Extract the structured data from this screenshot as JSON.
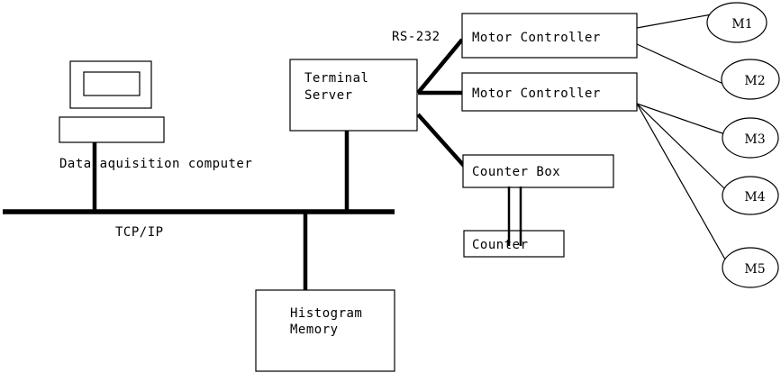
{
  "diagram": {
    "title": "Data acquisition and motor control system diagram",
    "background_color": "#ffffff",
    "line_color": "#000000",
    "nodes": {
      "computer": {
        "label": "Data aquisition computer",
        "type": "workstation-icon"
      },
      "terminal_server": {
        "line1": "Terminal",
        "line2": "Server"
      },
      "motor_controller_1": {
        "label": "Motor Controller"
      },
      "motor_controller_2": {
        "label": "Motor Controller"
      },
      "counter_box": {
        "label": "Counter Box"
      },
      "counter": {
        "label": "Counter"
      },
      "histogram_memory": {
        "line1": "Histogram",
        "line2": "Memory"
      },
      "motors": [
        {
          "label": "M1"
        },
        {
          "label": "M2"
        },
        {
          "label": "M3"
        },
        {
          "label": "M4"
        },
        {
          "label": "M5"
        }
      ]
    },
    "links": {
      "bus_label": "TCP/IP",
      "serial_label": "RS-232"
    }
  }
}
